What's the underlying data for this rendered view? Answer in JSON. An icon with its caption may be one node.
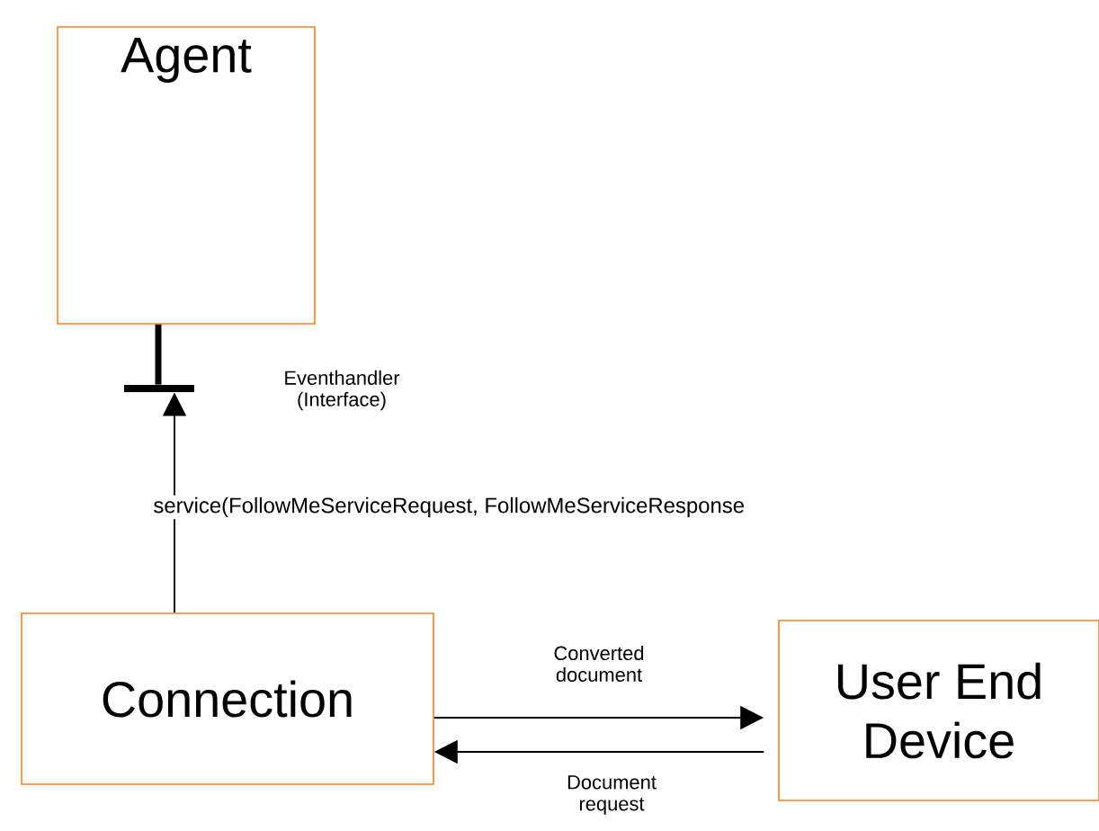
{
  "diagram": {
    "nodes": [
      {
        "text": [
          "Agent"
        ]
      },
      {
        "text": [],
        "shape": "bar"
      },
      {
        "text": [
          "Connection"
        ]
      },
      {
        "text": [
          "User End Device"
        ]
      }
    ],
    "edges": [
      {
        "from": 0,
        "to": 1,
        "arrow": "none",
        "style": "thick"
      },
      {
        "from": 2,
        "to": 1,
        "arrow": "to",
        "label": "service(FollowMeServiceRequest, FollowMeServiceResponse"
      },
      {
        "from": 2,
        "to": 3,
        "arrow": "to",
        "label": "Converted document"
      },
      {
        "from": 3,
        "to": 2,
        "arrow": "to",
        "label": "Document request"
      }
    ],
    "labels": [
      "Eventhandler (Interface)"
    ]
  }
}
